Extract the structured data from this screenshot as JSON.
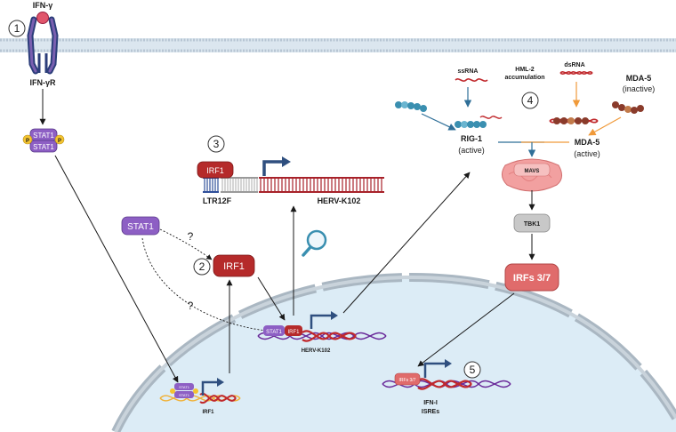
{
  "labels": {
    "ifn_gamma": "IFN-γ",
    "ifn_gamma_r": "IFN-γR",
    "stat1": "STAT1",
    "stat1_b": "STAT1",
    "p": "P",
    "p2": "P",
    "question": "?",
    "question2": "?",
    "irf1_main": "IRF1",
    "irf1_box": "IRF1",
    "irf1_gene": "IRF1",
    "ltr12f": "LTR12F",
    "herv_k102": "HERV-K102",
    "herv_k102_nuc": "HERV-K102",
    "ssrna": "ssRNA",
    "hml2_line1": "HML-2",
    "hml2_line2": "accumulation",
    "dsrna": "dsRNA",
    "mda5_inactive_name": "MDA-5",
    "mda5_inactive_state": "(inactive)",
    "rig1_name": "RIG-1",
    "rig1_state": "(active)",
    "mda5_active_name": "MDA-5",
    "mda5_active_state": "(active)",
    "mavs": "MAVS",
    "tbk1": "TBK1",
    "irfs37": "IRFs 3/7",
    "irfs37_small": "IRFs 3/7",
    "stat1_dock": "STAT1",
    "irf1_dock": "IRF1",
    "stat1_prom_a": "STAT1",
    "stat1_prom_b": "STAT1",
    "ifn1": "IFN-I",
    "isres": "ISREs"
  },
  "steps": [
    "1",
    "2",
    "3",
    "4",
    "5"
  ],
  "colors": {
    "membrane": "#c9d8e6",
    "stat1": "#8d5fc4",
    "irf1": "#b52a2a",
    "irf37": "#e06b6b",
    "nucleus_fill": "#dcecf6",
    "nucleus_edge": "#aab7c2",
    "herv_dsrna": "#c03a3a",
    "rig1": "#3a8fb0",
    "mda5": "#8a3b2b",
    "orange_arrow": "#f09a3a",
    "blue_arrow": "#2f6f98",
    "dna_purple": "#6a2b9a",
    "dna_red": "#c0282c",
    "dna_orange": "#f0b23a",
    "arrow_navy": "#2f4f7f"
  }
}
